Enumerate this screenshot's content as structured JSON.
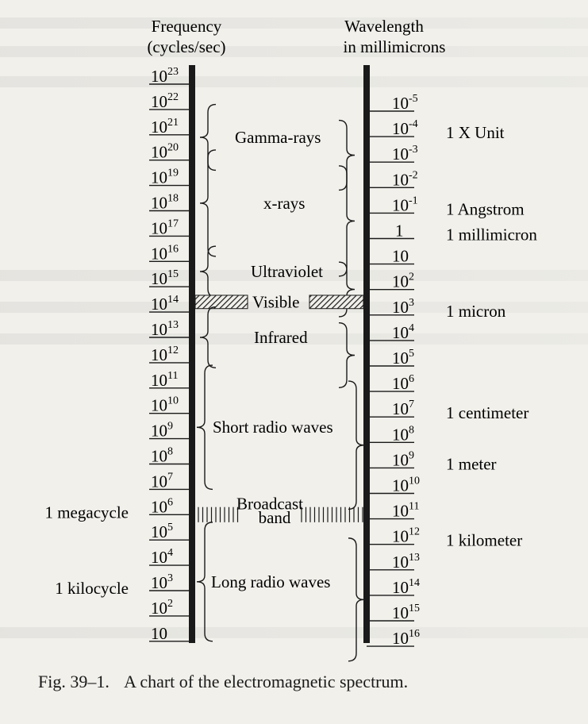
{
  "figure": {
    "frequency_axis": {
      "title_lines": [
        "Frequency",
        "(cycles/sec)"
      ],
      "tick_labels": [
        {
          "base": "10",
          "exp": "23"
        },
        {
          "base": "10",
          "exp": "22"
        },
        {
          "base": "10",
          "exp": "21"
        },
        {
          "base": "10",
          "exp": "20"
        },
        {
          "base": "10",
          "exp": "19"
        },
        {
          "base": "10",
          "exp": "18"
        },
        {
          "base": "10",
          "exp": "17"
        },
        {
          "base": "10",
          "exp": "16"
        },
        {
          "base": "10",
          "exp": "15"
        },
        {
          "base": "10",
          "exp": "14"
        },
        {
          "base": "10",
          "exp": "13"
        },
        {
          "base": "10",
          "exp": "12"
        },
        {
          "base": "10",
          "exp": "11"
        },
        {
          "base": "10",
          "exp": "10"
        },
        {
          "base": "10",
          "exp": "9"
        },
        {
          "base": "10",
          "exp": "8"
        },
        {
          "base": "10",
          "exp": "7"
        },
        {
          "base": "10",
          "exp": "6"
        },
        {
          "base": "10",
          "exp": "5"
        },
        {
          "base": "10",
          "exp": "4"
        },
        {
          "base": "10",
          "exp": "3"
        },
        {
          "base": "10",
          "exp": "2"
        },
        {
          "base": "10",
          "exp": ""
        }
      ],
      "side_labels": [
        {
          "text": "1 megacycle",
          "at_exponent": 6
        },
        {
          "text": "1 kilocycle",
          "at_exponent": 3
        }
      ]
    },
    "wavelength_axis": {
      "title_lines": [
        "Wavelength",
        "in millimicrons"
      ],
      "tick_labels": [
        {
          "base": "10",
          "exp": "-5"
        },
        {
          "base": "10",
          "exp": "-4"
        },
        {
          "base": "10",
          "exp": "-3"
        },
        {
          "base": "10",
          "exp": "-2"
        },
        {
          "base": "10",
          "exp": "-1"
        },
        {
          "base": "1",
          "exp": ""
        },
        {
          "base": "10",
          "exp": ""
        },
        {
          "base": "10",
          "exp": "2"
        },
        {
          "base": "10",
          "exp": "3"
        },
        {
          "base": "10",
          "exp": "4"
        },
        {
          "base": "10",
          "exp": "5"
        },
        {
          "base": "10",
          "exp": "6"
        },
        {
          "base": "10",
          "exp": "7"
        },
        {
          "base": "10",
          "exp": "8"
        },
        {
          "base": "10",
          "exp": "9"
        },
        {
          "base": "10",
          "exp": "10"
        },
        {
          "base": "10",
          "exp": "11"
        },
        {
          "base": "10",
          "exp": "12"
        },
        {
          "base": "10",
          "exp": "13"
        },
        {
          "base": "10",
          "exp": "14"
        },
        {
          "base": "10",
          "exp": "15"
        },
        {
          "base": "10",
          "exp": "16"
        }
      ],
      "unit_labels": [
        {
          "text": "1 X Unit",
          "at_exponent": -4
        },
        {
          "text": "1 Angstrom",
          "at_exponent": -1
        },
        {
          "text": "1 millimicron",
          "at_exponent": 0
        },
        {
          "text": "1 micron",
          "at_exponent": 3
        },
        {
          "text": "1 centimeter",
          "at_exponent": 7
        },
        {
          "text": "1 meter",
          "at_exponent": 9
        },
        {
          "text": "1 kilometer",
          "at_exponent": 12
        }
      ]
    },
    "regions": [
      {
        "name": "Gamma-rays",
        "freq_from": 22.2,
        "freq_to": 19.6
      },
      {
        "name": "x-rays",
        "freq_from": 20.4,
        "freq_to": 16.2
      },
      {
        "name": "Ultraviolet",
        "freq_from": 16.6,
        "freq_to": 14.6
      },
      {
        "name": "Visible",
        "freq_from": 14.6,
        "freq_to": 14.2
      },
      {
        "name": "Infrared",
        "freq_from": 14.2,
        "freq_to": 11.8
      },
      {
        "name": "Short radio waves",
        "freq_from": 11.9,
        "freq_to": 7.0
      },
      {
        "name": "Broadcast band",
        "freq_from": 6.3,
        "freq_to": 5.7
      },
      {
        "name": "Long radio waves",
        "freq_from": 5.7,
        "freq_to": 1.0
      }
    ],
    "broadcast_label_lines": [
      "Broadcast",
      "band"
    ],
    "caption": {
      "number": "Fig. 39–1.",
      "text": "A chart of the electromagnetic spectrum."
    }
  }
}
